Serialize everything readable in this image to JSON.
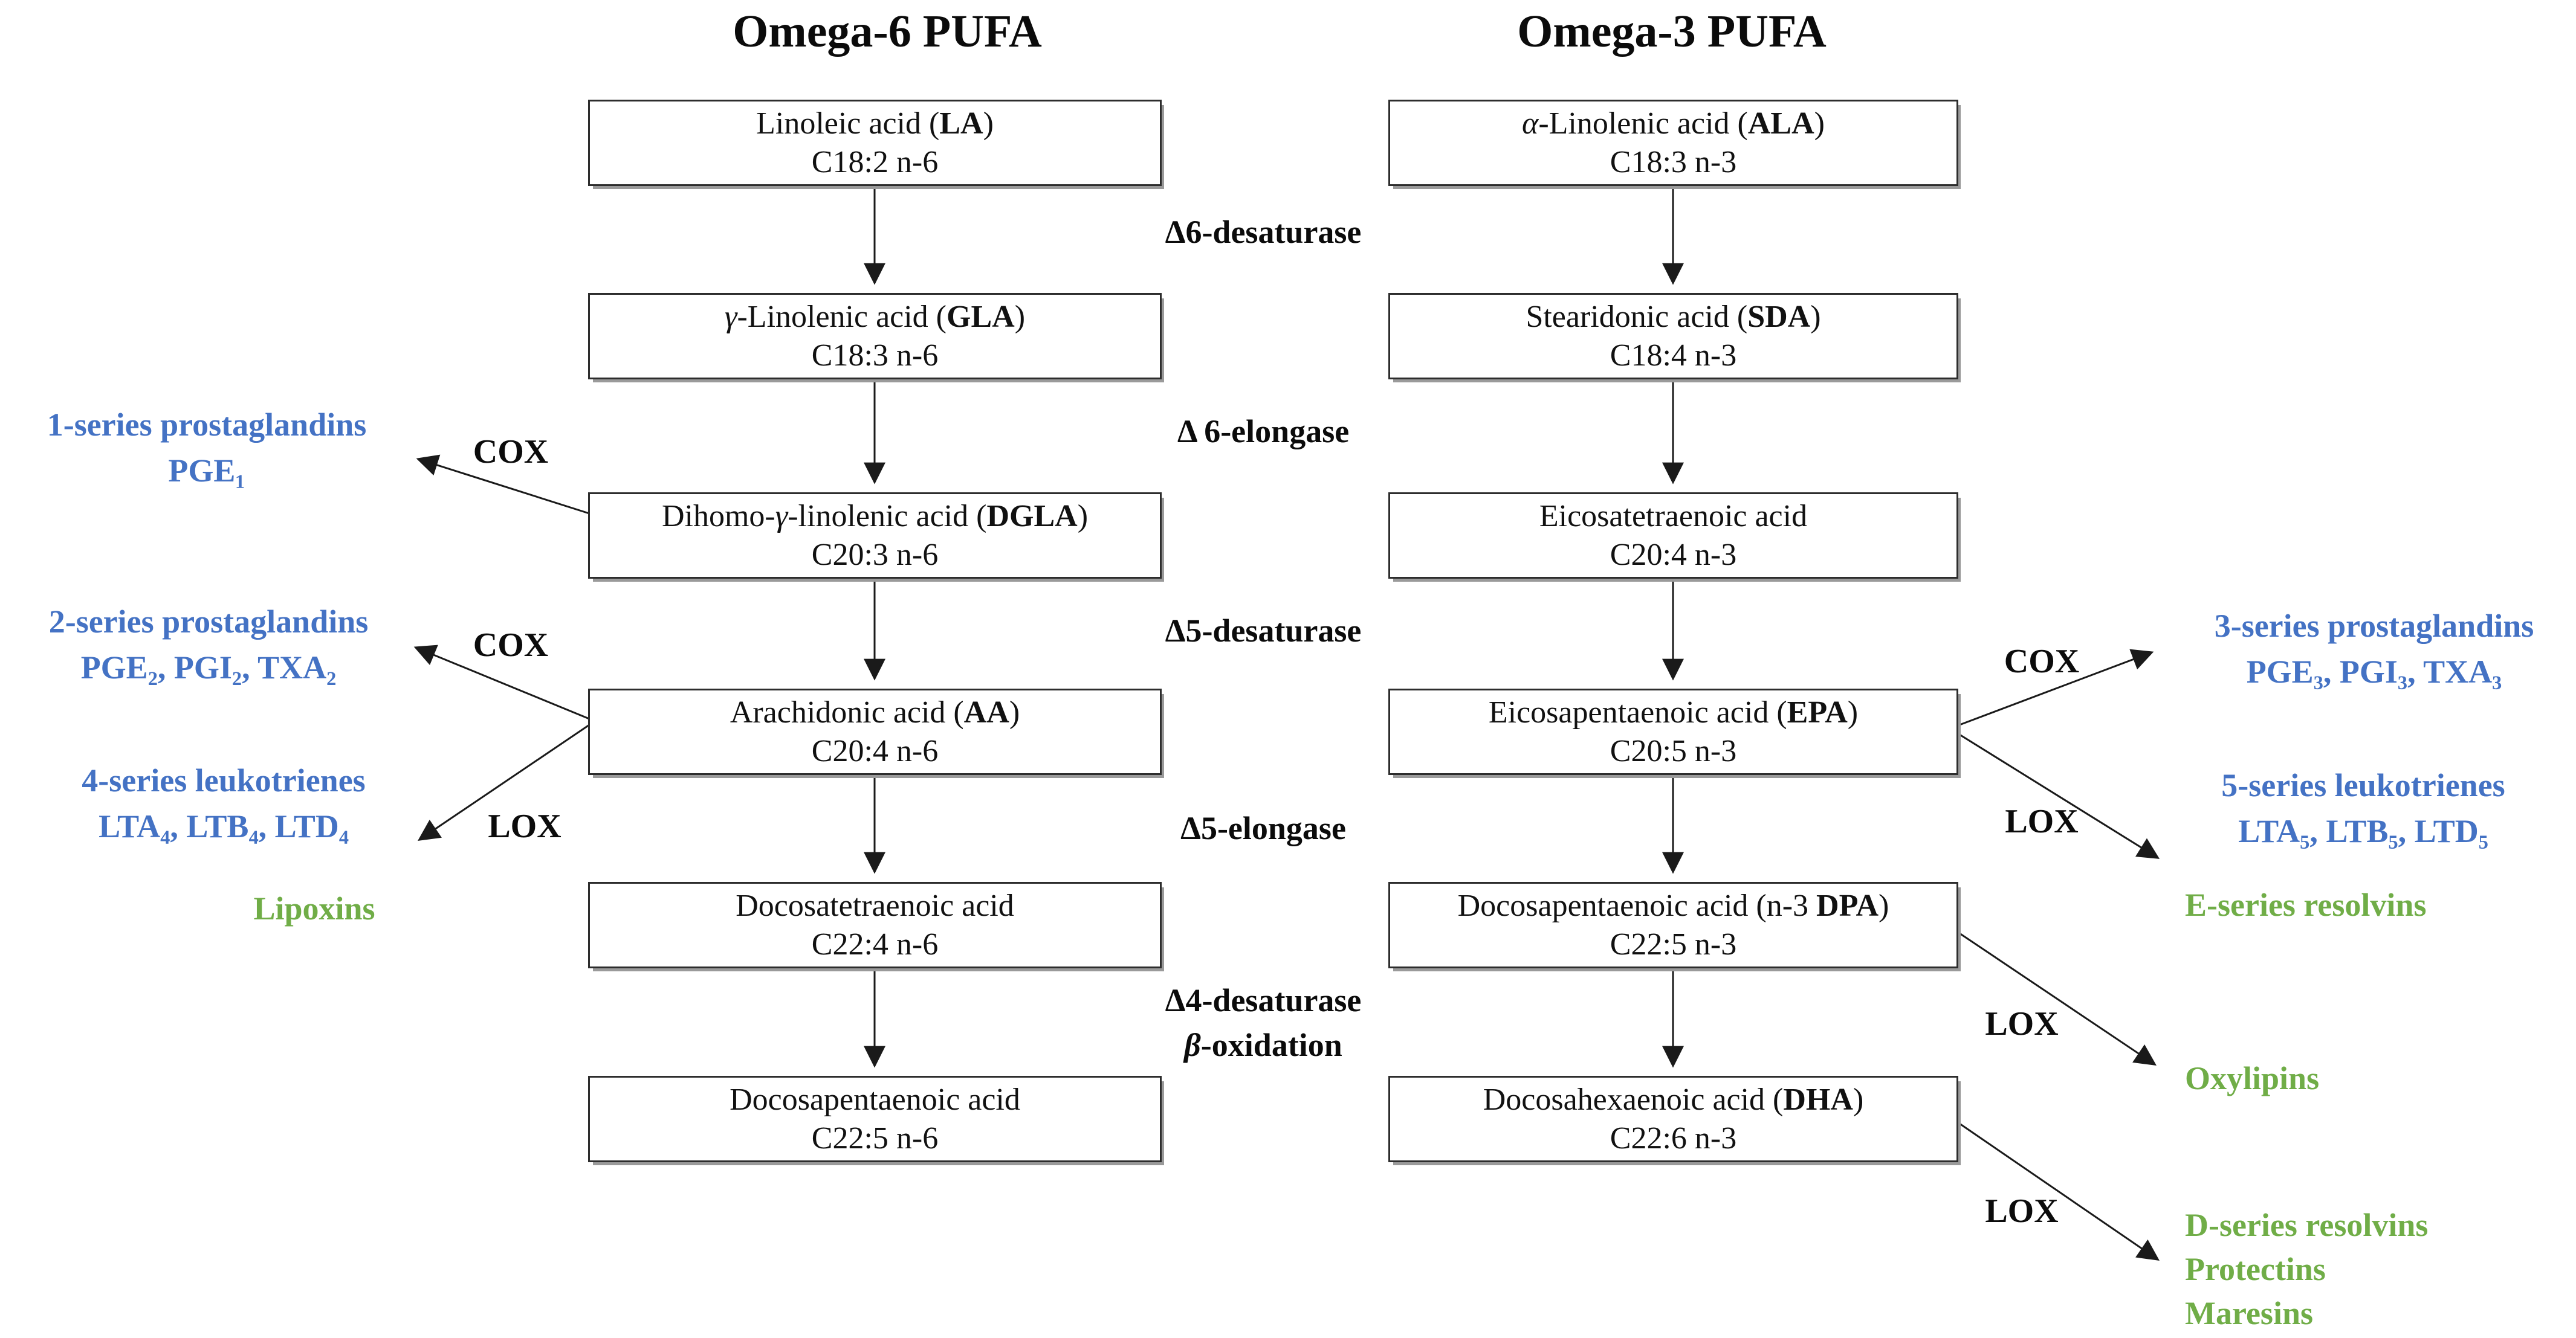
{
  "headers": {
    "left": "Omega-6 PUFA",
    "right": "Omega-3 PUFA"
  },
  "omega6": [
    {
      "l1": [
        {
          "t": "Linoleic acid ("
        },
        {
          "t": "LA",
          "b": true
        },
        {
          "t": ")"
        }
      ],
      "l2": "C18:2 n-6"
    },
    {
      "l1": [
        {
          "t": "γ",
          "i": true
        },
        {
          "t": "-Linolenic acid ("
        },
        {
          "t": "GLA",
          "b": true
        },
        {
          "t": ")"
        }
      ],
      "l2": "C18:3 n-6"
    },
    {
      "l1": [
        {
          "t": "Dihomo-"
        },
        {
          "t": "γ",
          "i": true
        },
        {
          "t": "-linolenic acid ("
        },
        {
          "t": "DGLA",
          "b": true
        },
        {
          "t": ")"
        }
      ],
      "l2": "C20:3 n-6"
    },
    {
      "l1": [
        {
          "t": "Arachidonic acid ("
        },
        {
          "t": "AA",
          "b": true
        },
        {
          "t": ")"
        }
      ],
      "l2": "C20:4 n-6"
    },
    {
      "l1": [
        {
          "t": "Docosatetraenoic acid"
        }
      ],
      "l2": "C22:4 n-6"
    },
    {
      "l1": [
        {
          "t": "Docosapentaenoic acid"
        }
      ],
      "l2": "C22:5 n-6"
    }
  ],
  "omega3": [
    {
      "l1": [
        {
          "t": "α",
          "i": true
        },
        {
          "t": "-Linolenic acid ("
        },
        {
          "t": "ALA",
          "b": true
        },
        {
          "t": ")"
        }
      ],
      "l2": "C18:3 n-3"
    },
    {
      "l1": [
        {
          "t": "Stearidonic acid ("
        },
        {
          "t": "SDA",
          "b": true
        },
        {
          "t": ")"
        }
      ],
      "l2": "C18:4 n-3"
    },
    {
      "l1": [
        {
          "t": "Eicosatetraenoic acid"
        }
      ],
      "l2": "C20:4 n-3"
    },
    {
      "l1": [
        {
          "t": "Eicosapentaenoic acid ("
        },
        {
          "t": "EPA",
          "b": true
        },
        {
          "t": ")"
        }
      ],
      "l2": "C20:5 n-3"
    },
    {
      "l1": [
        {
          "t": "Docosapentaenoic acid (n-3 "
        },
        {
          "t": "DPA",
          "b": true
        },
        {
          "t": ")"
        }
      ],
      "l2": "C22:5 n-3"
    },
    {
      "l1": [
        {
          "t": "Docosahexaenoic acid ("
        },
        {
          "t": "DHA",
          "b": true
        },
        {
          "t": ")"
        }
      ],
      "l2": "C22:6 n-3"
    }
  ],
  "enzymes": {
    "delta6_desaturase": "Δ6-desaturase",
    "delta6_elongase": "Δ 6-elongase",
    "delta5_desaturase": "Δ5-desaturase",
    "delta5_elongase": "Δ5-elongase",
    "delta4_desaturase": "Δ4-desaturase",
    "beta_oxidation": [
      {
        "t": "β",
        "i": true
      },
      {
        "t": "-oxidation"
      }
    ]
  },
  "catalysts": {
    "cox": "COX",
    "lox": "LOX"
  },
  "products": {
    "pg1": {
      "lines": [
        "1-series prostaglandins",
        "PGE₁"
      ]
    },
    "pg2": {
      "lines": [
        "2-series prostaglandins",
        "PGE₂, PGI₂, TXA₂"
      ]
    },
    "lt4": {
      "lines": [
        "4-series leukotrienes",
        "LTA₄, LTB₄, LTD₄"
      ]
    },
    "lipoxins": "Lipoxins",
    "pg3": {
      "lines": [
        "3-series prostaglandins",
        "PGE₃, PGI₃, TXA₃"
      ]
    },
    "lt5": {
      "lines": [
        "5-series leukotrienes",
        "LTA₅, LTB₅, LTD₅"
      ]
    },
    "e_resolvins": "E-series resolvins",
    "oxylipins": "Oxylipins",
    "d_resolvins": {
      "lines": [
        "D-series resolvins",
        "Protectins",
        "Maresins"
      ]
    }
  },
  "colors": {
    "blue": "#4472C4",
    "green": "#70AD47",
    "line": "#1a1a1a",
    "box_border": "#2d2d2d"
  }
}
